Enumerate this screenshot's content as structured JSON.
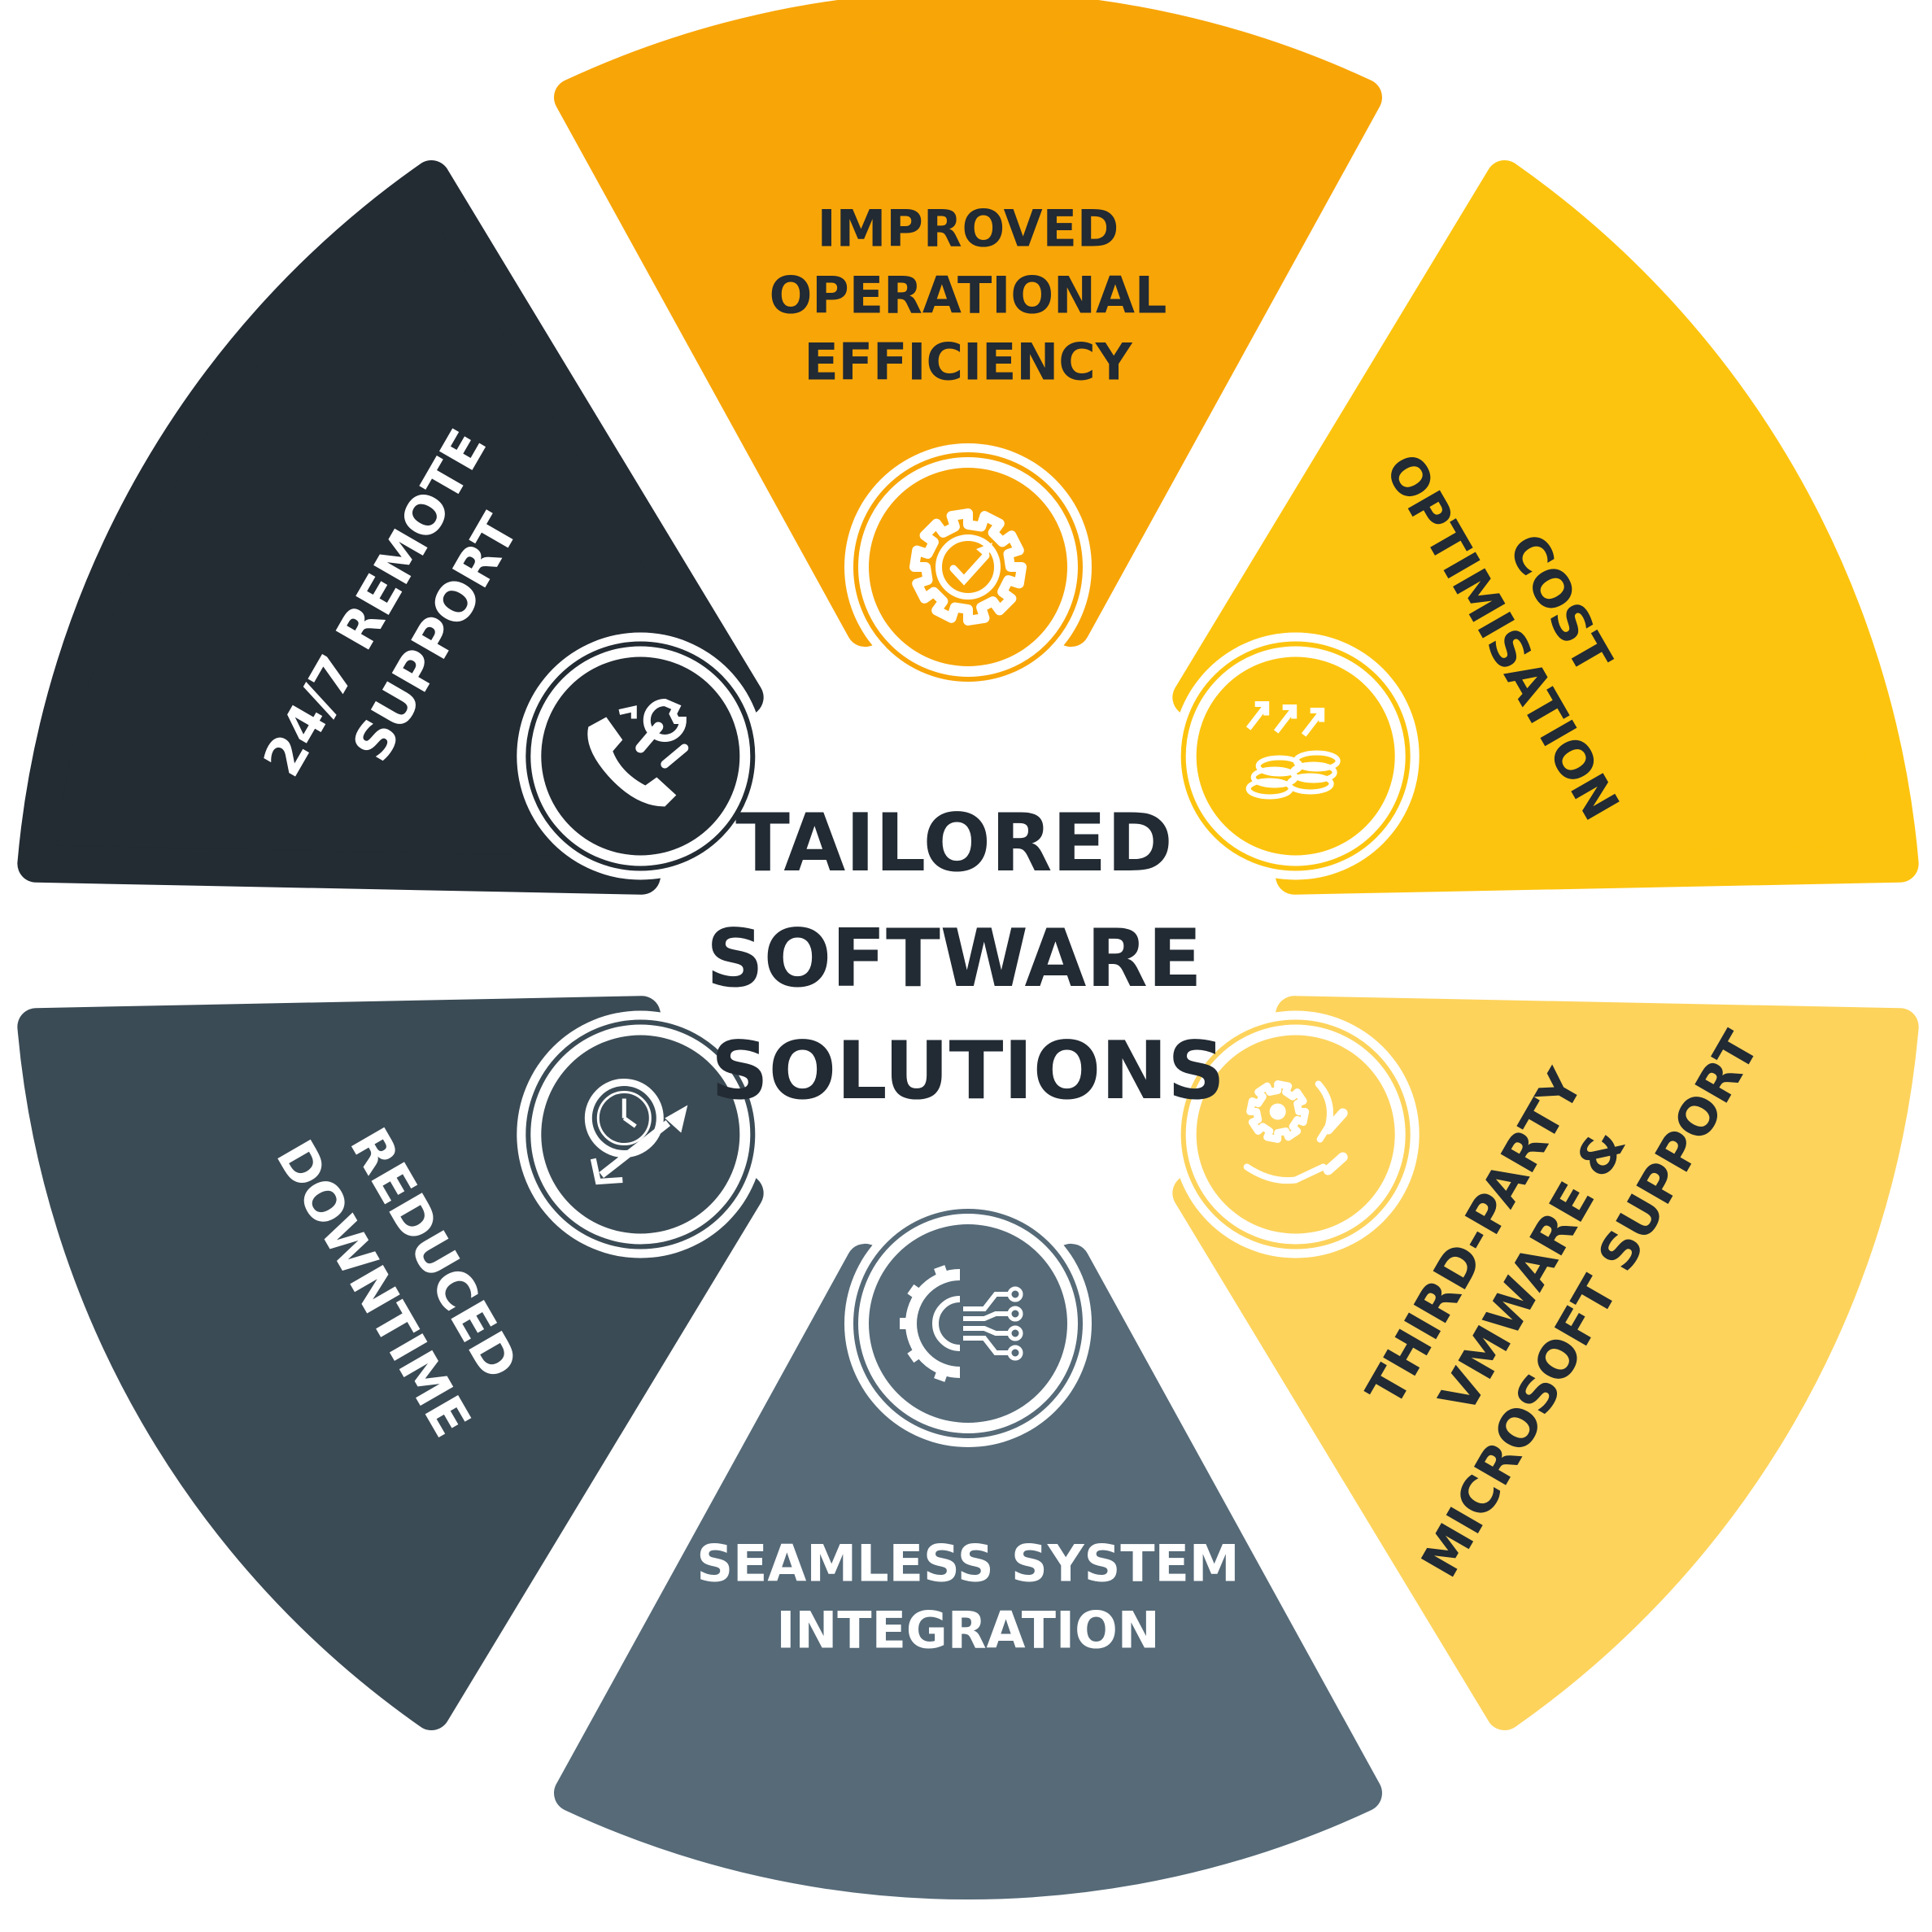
{
  "center": {
    "lines": [
      "TAILORED",
      "SOFTWARE",
      "SOLUTIONS"
    ],
    "color": "#222a33"
  },
  "segments": [
    {
      "id": "improved-operational-efficiency",
      "lines": [
        "IMPROVED",
        "OPERATIONAL",
        "EFFICIENCY"
      ],
      "fill": "#f8a507",
      "text_color": "#222a33",
      "icon": "gear-checkmark-icon"
    },
    {
      "id": "cost-optimisation",
      "lines": [
        "COST",
        "OPTIMISATION"
      ],
      "fill": "#fdc40f",
      "text_color": "#222a33",
      "icon": "coins-growth-icon"
    },
    {
      "id": "third-party-support",
      "lines": [
        "THIRD-PARTY",
        "VMWARE &",
        "MICROSOFT SUPPORT"
      ],
      "fill": "#fdd35c",
      "text_color": "#222a33",
      "icon": "gear-hands-icon"
    },
    {
      "id": "seamless-system-integration",
      "lines": [
        "SEAMLESS SYSTEM",
        "INTEGRATION"
      ],
      "fill": "#566a78",
      "text_color": "#ffffff",
      "icon": "gear-circuit-icon"
    },
    {
      "id": "reduced-downtime",
      "lines": [
        "REDUCED",
        "DOWNTIME"
      ],
      "fill": "#3b4b55",
      "text_color": "#ffffff",
      "icon": "clock-arrow-icon"
    },
    {
      "id": "remote-support",
      "lines": [
        "24/7 REMOTE",
        "SUPPORT"
      ],
      "fill": "#232b33",
      "text_color": "#ffffff",
      "icon": "phone-wrench-icon"
    }
  ]
}
